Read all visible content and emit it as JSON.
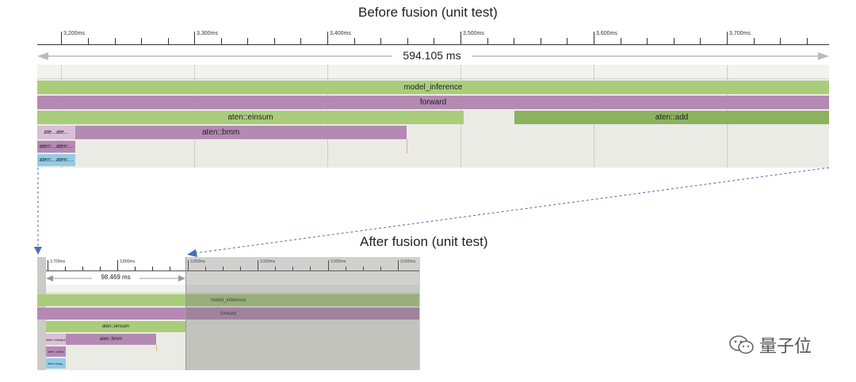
{
  "before": {
    "title": "Before fusion (unit test)",
    "tick_labels": [
      "3,200ms",
      "3,300ms",
      "3,400ms",
      "3,500ms",
      "3,600ms",
      "3,700ms"
    ],
    "duration": "594.105 ms",
    "tracks": {
      "model_inference": "model_inference",
      "forward": "forward",
      "einsum": "aten::einsum",
      "add": "aten::add",
      "bmm": "aten::bmm",
      "small1": "ate...ate...",
      "small2": "aten:...aten:...",
      "small3": "aten:...aten:..."
    }
  },
  "after": {
    "title": "After fusion (unit test)",
    "tick_labels": [
      "3,700ms",
      "3,800ms",
      "3,850ms",
      "3,900ms",
      "3,950ms",
      "3,000ms"
    ],
    "duration": "98.469 ms",
    "tracks": {
      "model_inference": "model_inference",
      "forward": "forward",
      "einsum": "aten::einsum",
      "bmm": "aten::bmm",
      "small1": "aten::reshape",
      "small2": "aten::clone",
      "small3": "aten::copy_"
    }
  },
  "colors": {
    "green": "#a9cd7b",
    "dark_green": "#8db25d",
    "purple": "#b489b3",
    "light_purple": "#d8c0d6",
    "blue": "#93cbe6",
    "track_bg": "#ebebe6",
    "arrow": "#4a6fb0"
  },
  "watermark": {
    "text": "量子位",
    "icon": "wechat-icon"
  }
}
